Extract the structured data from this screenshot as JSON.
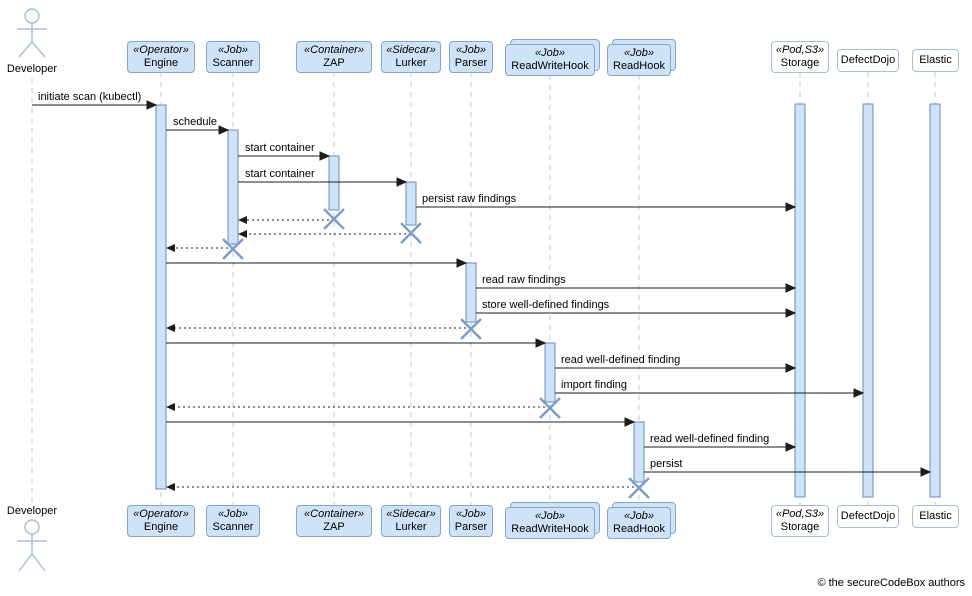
{
  "diagram_type": "uml-sequence",
  "actor": {
    "label": "Developer"
  },
  "participants": [
    {
      "stereotype": "«Operator»",
      "name": "Engine",
      "kind": "component"
    },
    {
      "stereotype": "«Job»",
      "name": "Scanner",
      "kind": "component"
    },
    {
      "stereotype": "«Container»",
      "name": "ZAP",
      "kind": "component"
    },
    {
      "stereotype": "«Sidecar»",
      "name": "Lurker",
      "kind": "component"
    },
    {
      "stereotype": "«Job»",
      "name": "Parser",
      "kind": "component"
    },
    {
      "stereotype": "«Job»",
      "name": "ReadWriteHook",
      "kind": "collection"
    },
    {
      "stereotype": "«Job»",
      "name": "ReadHook",
      "kind": "collection"
    },
    {
      "stereotype": "«Pod,S3»",
      "name": "Storage",
      "kind": "external"
    },
    {
      "name": "DefectDojo",
      "kind": "external"
    },
    {
      "name": "Elastic",
      "kind": "external"
    }
  ],
  "messages": [
    {
      "label": "initiate scan (kubectl)",
      "from": "Developer",
      "to": "Engine",
      "style": "solid"
    },
    {
      "label": "schedule",
      "from": "Engine",
      "to": "Scanner",
      "style": "solid"
    },
    {
      "label": "start container",
      "from": "Scanner",
      "to": "ZAP",
      "style": "solid"
    },
    {
      "label": "start container",
      "from": "Scanner",
      "to": "Lurker",
      "style": "solid"
    },
    {
      "label": "persist raw findings",
      "from": "Lurker",
      "to": "Storage",
      "style": "solid"
    },
    {
      "label": "",
      "from": "ZAP",
      "to": "Scanner",
      "style": "return"
    },
    {
      "label": "",
      "from": "Lurker",
      "to": "Scanner",
      "style": "return"
    },
    {
      "label": "",
      "from": "Scanner",
      "to": "Engine",
      "style": "return"
    },
    {
      "label": "",
      "from": "Engine",
      "to": "Parser",
      "style": "solid"
    },
    {
      "label": "read raw findings",
      "from": "Parser",
      "to": "Storage",
      "style": "solid"
    },
    {
      "label": "store well-defined findings",
      "from": "Parser",
      "to": "Storage",
      "style": "solid"
    },
    {
      "label": "",
      "from": "Parser",
      "to": "Engine",
      "style": "return"
    },
    {
      "label": "",
      "from": "Engine",
      "to": "ReadWriteHook",
      "style": "solid"
    },
    {
      "label": "read well-defined finding",
      "from": "ReadWriteHook",
      "to": "Storage",
      "style": "solid"
    },
    {
      "label": "import finding",
      "from": "ReadWriteHook",
      "to": "DefectDojo",
      "style": "solid"
    },
    {
      "label": "",
      "from": "ReadWriteHook",
      "to": "Engine",
      "style": "return"
    },
    {
      "label": "",
      "from": "Engine",
      "to": "ReadHook",
      "style": "solid"
    },
    {
      "label": "read well-defined finding",
      "from": "ReadHook",
      "to": "Storage",
      "style": "solid"
    },
    {
      "label": "persist",
      "from": "ReadHook",
      "to": "Elastic",
      "style": "solid"
    },
    {
      "label": "",
      "from": "ReadHook",
      "to": "Engine",
      "style": "return"
    }
  ],
  "footer": {
    "copyright": "© the secureCodeBox authors"
  },
  "colors": {
    "component_fill": "#cfe3f8",
    "component_border": "#85a6c9",
    "external_fill": "#ffffff",
    "lifeline": "#b7cce0",
    "activation_fill": "#cfe3f8",
    "activation_border": "#6b8cba",
    "destroy_x": "#7d9cc9",
    "arrow": "#1c1c1c"
  }
}
